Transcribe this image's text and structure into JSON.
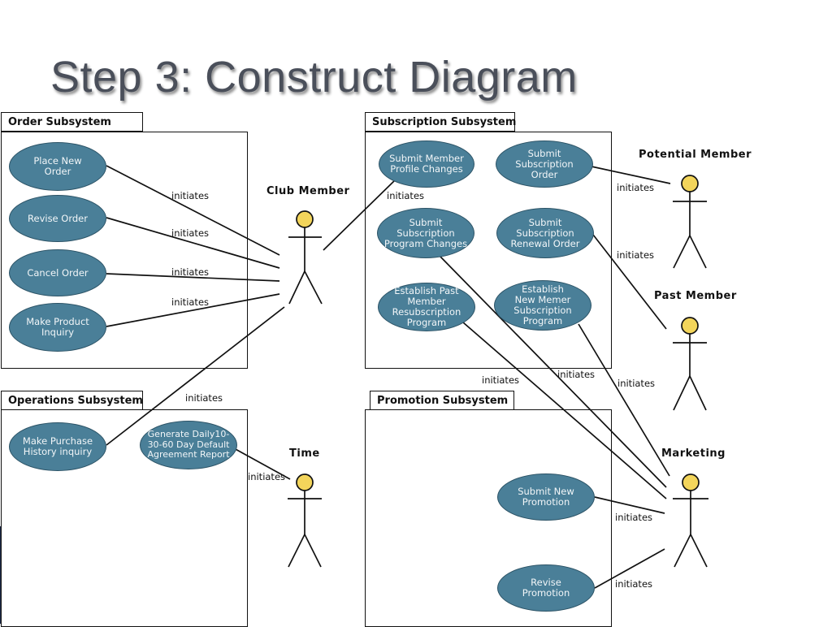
{
  "slide": {
    "title": "Step 3: Construct Diagram"
  },
  "subsystems": {
    "order": "Order Subsystem",
    "subscription": "Subscription Subsystem",
    "operations": "Operations Subsystem",
    "promotion": "Promotion Subsystem"
  },
  "actors": {
    "club_member": "Club Member",
    "potential_member": "Potential Member",
    "past_member": "Past Member",
    "time": "Time",
    "marketing": "Marketing"
  },
  "use_cases": {
    "place_new_order": "Place New\nOrder",
    "revise_order": "Revise Order",
    "cancel_order": "Cancel Order",
    "make_product_inquiry": "Make Product\nInquiry",
    "submit_member_profile_changes": "Submit Member\nProfile Changes",
    "submit_subscription_order": "Submit\nSubscription Order",
    "submit_subscription_program_changes": "Submit\nSubscription\nProgram Changes",
    "submit_subscription_renewal_order": "Submit\nSubscription\nRenewal Order",
    "establish_past_member_resubscription_program": "Establish Past\nMember\nResubscription\nProgram",
    "establish_new_memer_subscription_program": "Establish\nNew Memer\nSubscription\nProgram",
    "make_purchase_history_inquiry": "Make Purchase\nHistory inquiry",
    "generate_daily_default_agreement_report": "Generate Daily10-\n30-60 Day Default\nAgreement Report",
    "submit_new_promotion": "Submit New\nPromotion",
    "revise_promotion": "Revise\nPromotion"
  },
  "relation_label": "initiates"
}
